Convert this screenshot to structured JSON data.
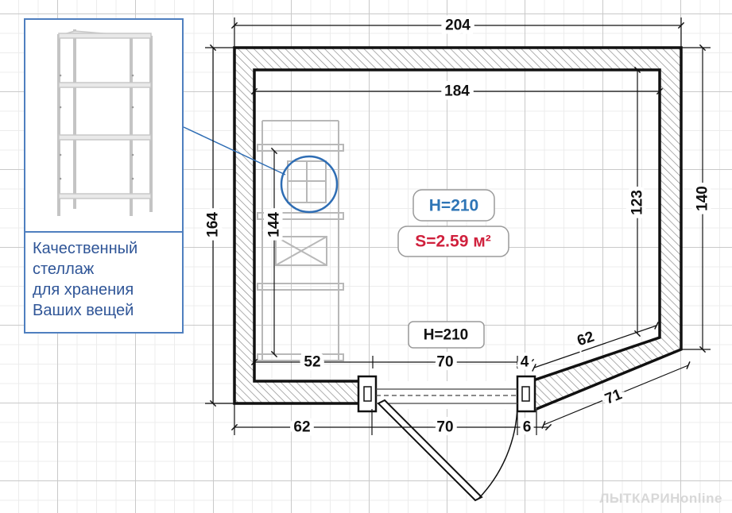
{
  "dimensions": {
    "outer_top": "204",
    "inner_top": "184",
    "outer_left": "164",
    "outer_right": "140",
    "inner_right": "123",
    "shelf_height": "144",
    "inner_bottom_left": "52",
    "inner_door": "70",
    "inner_small": "4",
    "inner_diagonal": "62",
    "outer_bottom_left": "62",
    "outer_door": "70",
    "outer_small": "6",
    "outer_diagonal": "71"
  },
  "labels": {
    "ceiling_height": "H=210",
    "area": "S=2.59 м²",
    "door_height": "H=210"
  },
  "info_box": {
    "caption_lines": [
      "Качественный",
      "стеллаж",
      "для хранения",
      "Ваших вещей"
    ]
  },
  "watermark": {
    "brand_main": "ЛЫТКАРИН",
    "brand_suffix": "online"
  },
  "colors": {
    "wall_outline": "#111111",
    "hatch": "#8a8a8a",
    "height_label": "#2e75b6",
    "area_label": "#d0213d",
    "callout": "#2e6db4",
    "caption_text": "#2f5597"
  },
  "icons": [
    "shelf-photo",
    "magnifier-circle",
    "door-swing-arc"
  ]
}
